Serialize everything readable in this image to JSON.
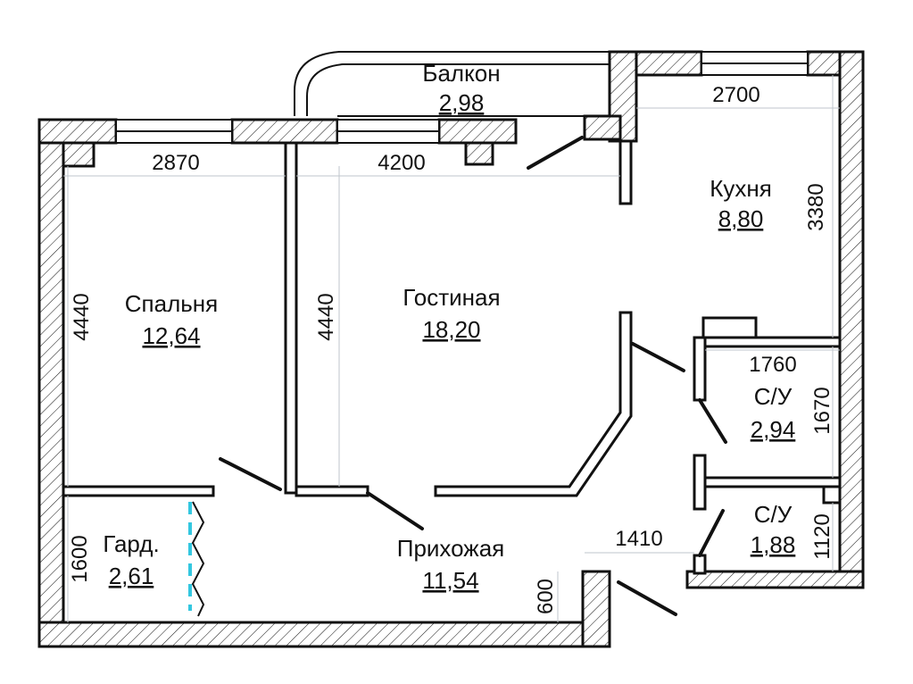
{
  "rooms": [
    {
      "name": "Балкон",
      "area": "2,98"
    },
    {
      "name": "Кухня",
      "area": "8,80"
    },
    {
      "name": "Спальня",
      "area": "12,64"
    },
    {
      "name": "Гостиная",
      "area": "18,20"
    },
    {
      "name": "С/У",
      "area": "2,94"
    },
    {
      "name": "С/У",
      "area": "1,88"
    },
    {
      "name": "Гард.",
      "area": "2,61"
    },
    {
      "name": "Прихожая",
      "area": "11,54"
    }
  ],
  "dimensions": {
    "bedroom_width": "2870",
    "living_width": "4200",
    "kitchen_width": "2700",
    "kitchen_depth": "3380",
    "bedroom_depth": "4440",
    "living_depth": "4440",
    "bath1_width": "1760",
    "bath1_depth": "1670",
    "bath2_depth": "1120",
    "hall_width": "1410",
    "wardrobe_depth": "1600",
    "hall_niche": "600"
  },
  "colors": {
    "wall": "#111111",
    "background": "#ffffff",
    "wardrobe_marker": "#33c7e0"
  }
}
